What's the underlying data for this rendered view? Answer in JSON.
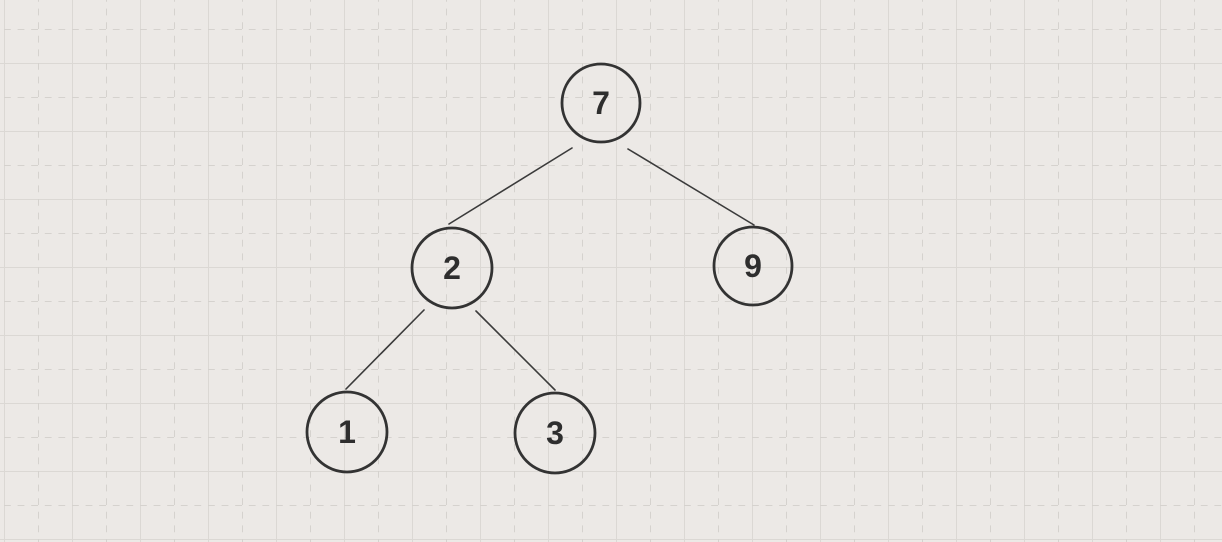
{
  "canvas": {
    "background_color": "#ECE9E6",
    "grid_major_color": "#DBD8D4",
    "grid_minor_color": "#D5D2CE",
    "node_stroke_color": "#333333",
    "edge_color": "#3B3B3B",
    "text_color": "#2E2E2E"
  },
  "diagram": {
    "type": "binary-tree",
    "nodes": [
      {
        "id": "7",
        "label": "7"
      },
      {
        "id": "2",
        "label": "2"
      },
      {
        "id": "9",
        "label": "9"
      },
      {
        "id": "1",
        "label": "1"
      },
      {
        "id": "3",
        "label": "3"
      }
    ],
    "edges": [
      {
        "from": "7",
        "to": "2"
      },
      {
        "from": "7",
        "to": "9"
      },
      {
        "from": "2",
        "to": "1"
      },
      {
        "from": "2",
        "to": "3"
      }
    ]
  }
}
